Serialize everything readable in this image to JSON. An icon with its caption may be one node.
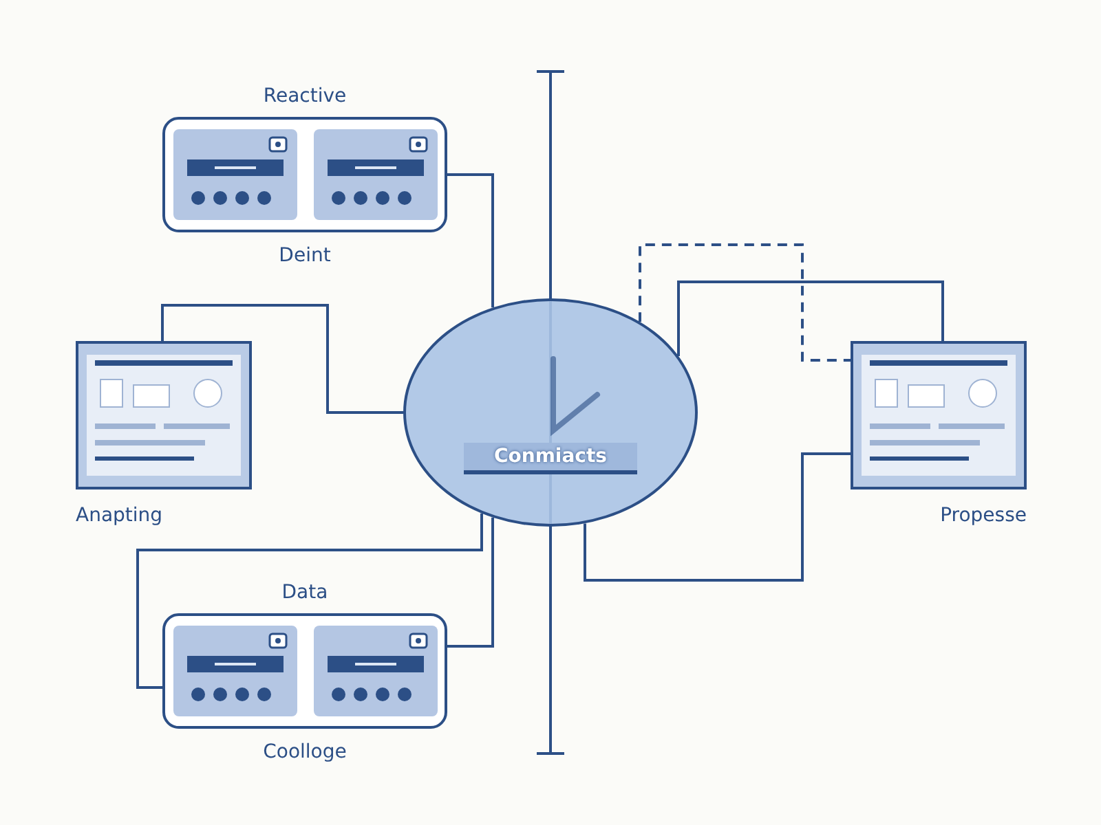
{
  "diagram": {
    "nodes": [
      {
        "text": [
          "Reactive",
          "Deint"
        ]
      },
      {
        "text": [
          "Anapting"
        ]
      },
      {
        "text": [
          "Conmiacts"
        ]
      },
      {
        "text": [
          "Propesse"
        ]
      },
      {
        "text": [
          "Data",
          "Coolloge"
        ]
      }
    ],
    "edges": [
      {
        "from": 0,
        "to": 2,
        "arrow": "none"
      },
      {
        "from": 1,
        "to": 2,
        "arrow": "none"
      },
      {
        "from": 2,
        "to": 4,
        "arrow": "none"
      },
      {
        "from": 4,
        "to": 2,
        "arrow": "none"
      },
      {
        "from": 2,
        "to": 3,
        "arrow": "none"
      },
      {
        "from": 2,
        "to": 3,
        "arrow": "none",
        "style": "dashed"
      },
      {
        "from": 2,
        "to": 3,
        "arrow": "none"
      }
    ]
  }
}
